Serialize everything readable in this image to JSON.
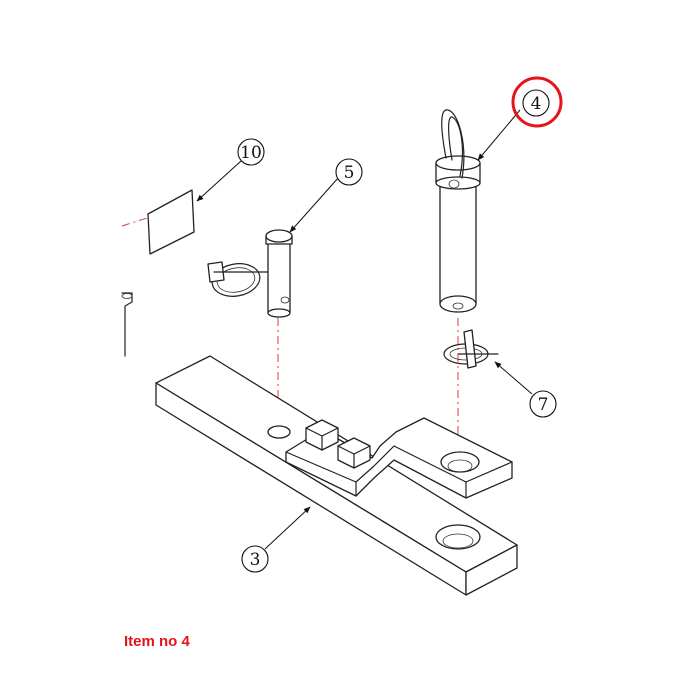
{
  "caption": "Item no 4",
  "callouts": {
    "c3": "3",
    "c4": "4",
    "c5": "5",
    "c7": "7",
    "c10": "10"
  },
  "colors": {
    "highlight": "#e3141b",
    "centerline": "#e53a3a",
    "ink": "#222222"
  },
  "highlighted_item": "4"
}
